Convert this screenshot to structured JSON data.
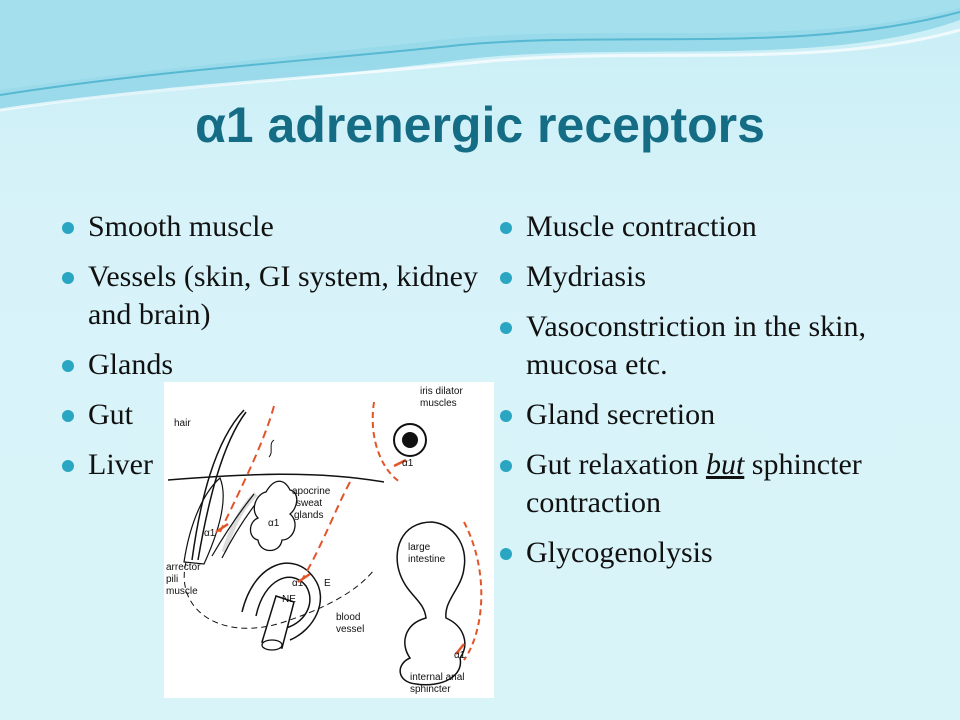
{
  "title": "α1 adrenergic receptors",
  "left_items": [
    "Smooth muscle",
    "Vessels (skin, GI system, kidney and brain)",
    "Glands",
    "Gut",
    "Liver"
  ],
  "right_items": {
    "i0": "Muscle contraction",
    "i1": "Mydriasis",
    "i2": "Vasoconstriction in the skin, mucosa etc.",
    "i3": "Gland secretion",
    "i4_pre": "Gut relaxation ",
    "i4_em": "but",
    "i4_post": " sphincter contraction",
    "i5": "Glycogenolysis"
  },
  "figure": {
    "hair": "hair",
    "iris1": "iris dilator",
    "iris2": "muscles",
    "sweat1": "apocrine",
    "sweat2": "sweat",
    "sweat3": "glands",
    "arr1": "arrector",
    "arr2": "pili",
    "arr3": "muscle",
    "ne": "NE",
    "e": "E",
    "blood1": "blood",
    "blood2": "vessel",
    "int1": "large",
    "int2": "intestine",
    "anal1": "internal anal",
    "anal2": "sphincter",
    "a1": "α1"
  },
  "colors": {
    "title": "#156c85",
    "bullet": "#2aa6c2",
    "arrow": "#e2542a"
  }
}
